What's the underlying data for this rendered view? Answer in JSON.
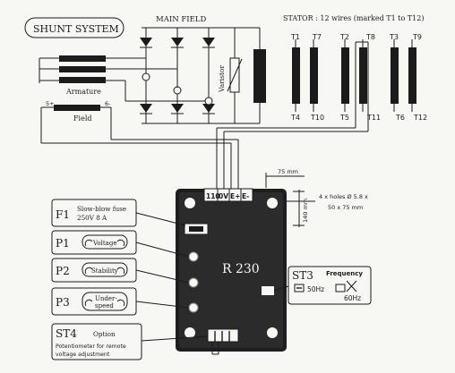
{
  "title": "SHUNT SYSTEM",
  "main_field": "MAIN FIELD",
  "varistor": "Varistor",
  "armature": "Armature",
  "field": "Field",
  "field_plus": "5+",
  "field_minus": "6-",
  "stator_header": "STATOR : 12 wires (marked T1 to T12)",
  "stator_top": [
    "T1",
    "T7",
    "T2",
    "T8",
    "T3",
    "T9"
  ],
  "stator_bottom": [
    "T4",
    "T10",
    "T5",
    "T11",
    "T6",
    "T12"
  ],
  "terminals": [
    "110",
    "0V",
    "E+",
    "E-"
  ],
  "dim_width": "75 mm",
  "dim_height": "140 mm",
  "holes_line1": "4 x holes Ø 5.8 x",
  "holes_line2": "50 x 75 mm",
  "regulator_name": "R 230",
  "f1": {
    "tag": "F1",
    "line1": "Slow-blow fuse",
    "line2": "250V 8 A"
  },
  "p1": {
    "tag": "P1",
    "label": "Voltage"
  },
  "p2": {
    "tag": "P2",
    "label": "Stability"
  },
  "p3": {
    "tag": "P3",
    "label1": "Under-",
    "label2": "speed"
  },
  "st4": {
    "tag": "ST4",
    "option": "Option",
    "desc1": "Potentiometer for remote",
    "desc2": "voltage adjustment"
  },
  "st3": {
    "tag": "ST3",
    "title": "Frequency",
    "hz50": "50Hz",
    "hz60": "60Hz"
  }
}
